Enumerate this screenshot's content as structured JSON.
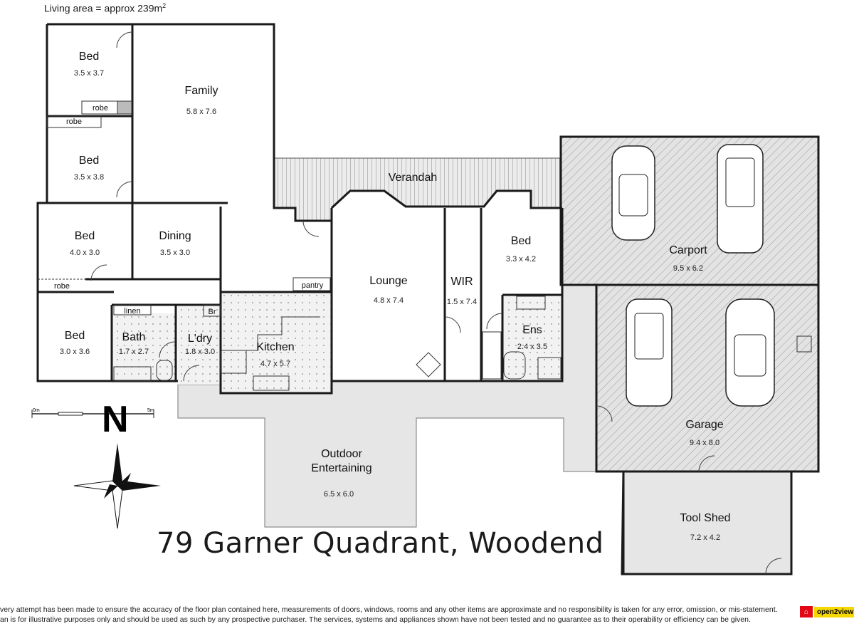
{
  "header": {
    "living_area": "Living area = approx 239m",
    "living_area_unit_sup": "2"
  },
  "address": "79 Garner Quadrant, Woodend",
  "scale_bar": {
    "start_label": "0m",
    "end_label": "5m"
  },
  "north_label": "N",
  "rooms": {
    "bed1": {
      "name": "Bed",
      "dims": "3.5 x 3.7"
    },
    "family": {
      "name": "Family",
      "dims": "5.8 x 7.6"
    },
    "bed2": {
      "name": "Bed",
      "dims": "3.5 x 3.8"
    },
    "bed3": {
      "name": "Bed",
      "dims": "4.0 x 3.0"
    },
    "dining": {
      "name": "Dining",
      "dims": "3.5 x 3.0"
    },
    "bed4": {
      "name": "Bed",
      "dims": "3.0 x 3.6"
    },
    "bath": {
      "name": "Bath",
      "dims": "1.7 x 2.7"
    },
    "laundry": {
      "name": "L'dry",
      "dims": "1.8 x 3.0"
    },
    "kitchen": {
      "name": "Kitchen",
      "dims": "4.7 x 5.7"
    },
    "lounge": {
      "name": "Lounge",
      "dims": "4.8 x 7.4"
    },
    "wir": {
      "name": "WIR",
      "dims": "1.5 x 7.4"
    },
    "bed5": {
      "name": "Bed",
      "dims": "3.3 x 4.2"
    },
    "ens": {
      "name": "Ens",
      "dims": "2.4 x 3.5"
    },
    "verandah": {
      "name": "Verandah"
    },
    "carport": {
      "name": "Carport",
      "dims": "9.5 x 6.2"
    },
    "garage": {
      "name": "Garage",
      "dims": "9.4 x 8.0"
    },
    "outdoor": {
      "name_line1": "Outdoor",
      "name_line2": "Entertaining",
      "dims": "6.5 x 6.0"
    },
    "toolshed": {
      "name": "Tool Shed",
      "dims": "7.2 x 4.2"
    }
  },
  "small_labels": {
    "robe_a": "robe",
    "robe_b": "robe",
    "robe_c": "robe",
    "linen": "linen",
    "pantry": "pantry",
    "br": "Br"
  },
  "disclaimer": {
    "line1": "very attempt has been made to ensure the accuracy of the floor plan contained here, measurements of doors, windows, rooms and any other items are approximate and no responsibility is taken for any error, omission, or mis-statement.",
    "line2": "an is for illustrative purposes only and should be used as such by any prospective purchaser. The services, systems and appliances shown have not been tested and no guarantee as to their operability or efficiency can be given."
  },
  "brand": {
    "name": "open2view",
    "logo_icon": "house-logo-icon"
  },
  "colors": {
    "wall": "#1a1a1a",
    "outdoor_fill": "#e6e6e6",
    "hatch": "#9a9a9a"
  }
}
